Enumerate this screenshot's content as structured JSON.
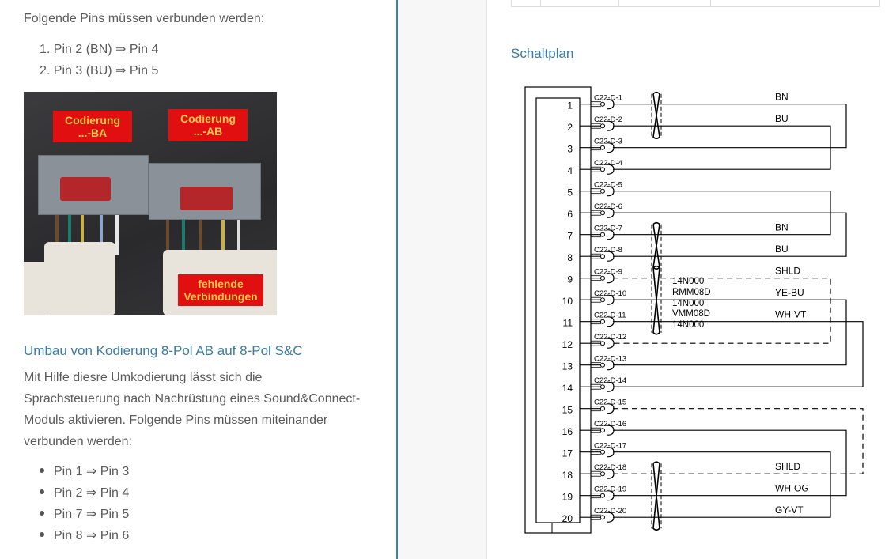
{
  "left": {
    "intro": "Folgende Pins müssen verbunden werden:",
    "ordered_list": [
      "1. Pin 2 (BN) ⇒ Pin 4",
      "2. Pin 3 (BU) ⇒ Pin 5"
    ],
    "photo": {
      "tag_ba": [
        "Codierung",
        "...-BA"
      ],
      "tag_ab": [
        "Codierung",
        "...-AB"
      ],
      "tag_missing": [
        "fehlende",
        "Verbindungen"
      ]
    },
    "heading": "Umbau von Kodierung 8-Pol AB auf 8-Pol S&C",
    "paragraph_lines": [
      "Mit Hilfe diesre Umkodierung lässt sich die",
      "Sprachsteuerung nach Nachrüstung eines Sound&Connect-",
      "Moduls aktivieren. Folgende Pins müssen miteinander",
      "verbunden werden:"
    ],
    "bullets": [
      "Pin 1 ⇒ Pin 3",
      "Pin 2 ⇒ Pin 4",
      "Pin 7 ⇒ Pin 5",
      "Pin 8 ⇒ Pin 6"
    ]
  },
  "right": {
    "title": "Schaltplan",
    "pins": [
      {
        "n": "1",
        "conn": "C22-D-1",
        "wire": "BN"
      },
      {
        "n": "2",
        "conn": "C22-D-2",
        "wire": "BU"
      },
      {
        "n": "3",
        "conn": "C22-D-3",
        "wire": ""
      },
      {
        "n": "4",
        "conn": "C22-D-4",
        "wire": ""
      },
      {
        "n": "5",
        "conn": "C22-D-5",
        "wire": ""
      },
      {
        "n": "6",
        "conn": "C22-D-6",
        "wire": ""
      },
      {
        "n": "7",
        "conn": "C22-D-7",
        "wire": "BN"
      },
      {
        "n": "8",
        "conn": "C22-D-8",
        "wire": "BU"
      },
      {
        "n": "9",
        "conn": "C22-D-9",
        "wire": "SHLD"
      },
      {
        "n": "10",
        "conn": "C22-D-10",
        "wire": "YE-BU"
      },
      {
        "n": "11",
        "conn": "C22-D-11",
        "wire": "WH-VT"
      },
      {
        "n": "12",
        "conn": "C22-D-12",
        "wire": ""
      },
      {
        "n": "13",
        "conn": "C22-D-13",
        "wire": ""
      },
      {
        "n": "14",
        "conn": "C22-D-14",
        "wire": ""
      },
      {
        "n": "15",
        "conn": "C22-D-15",
        "wire": ""
      },
      {
        "n": "16",
        "conn": "C22-D-16",
        "wire": ""
      },
      {
        "n": "17",
        "conn": "C22-D-17",
        "wire": ""
      },
      {
        "n": "18",
        "conn": "C22-D-18",
        "wire": "SHLD"
      },
      {
        "n": "19",
        "conn": "C22-D-19",
        "wire": "WH-OG"
      },
      {
        "n": "20",
        "conn": "C22-D-20",
        "wire": "GY-VT"
      }
    ],
    "connections": [
      {
        "from": 1,
        "to": 3,
        "lane": 2,
        "dashed": false
      },
      {
        "from": 2,
        "to": 4,
        "lane": 1,
        "dashed": false
      },
      {
        "from": 5,
        "to": 7,
        "lane": 1,
        "dashed": false
      },
      {
        "from": 6,
        "to": 8,
        "lane": 2,
        "dashed": false
      },
      {
        "from": 9,
        "to": 12,
        "lane": 1,
        "dashed": true
      },
      {
        "from": 10,
        "to": 13,
        "lane": 2,
        "dashed": false
      },
      {
        "from": 11,
        "to": 14,
        "lane": 3,
        "dashed": false
      },
      {
        "from": 15,
        "to": 18,
        "lane": 3,
        "dashed": true
      },
      {
        "from": 16,
        "to": 19,
        "lane": 2,
        "dashed": false
      },
      {
        "from": 17,
        "to": 20,
        "lane": 1,
        "dashed": false
      }
    ],
    "twists": [
      [
        1,
        2
      ],
      [
        7,
        8
      ],
      [
        9,
        11
      ],
      [
        18,
        20
      ]
    ],
    "cable_codes": [
      "14N000",
      "RMM08D",
      "14N000",
      "VMM08D",
      "14N000"
    ]
  }
}
